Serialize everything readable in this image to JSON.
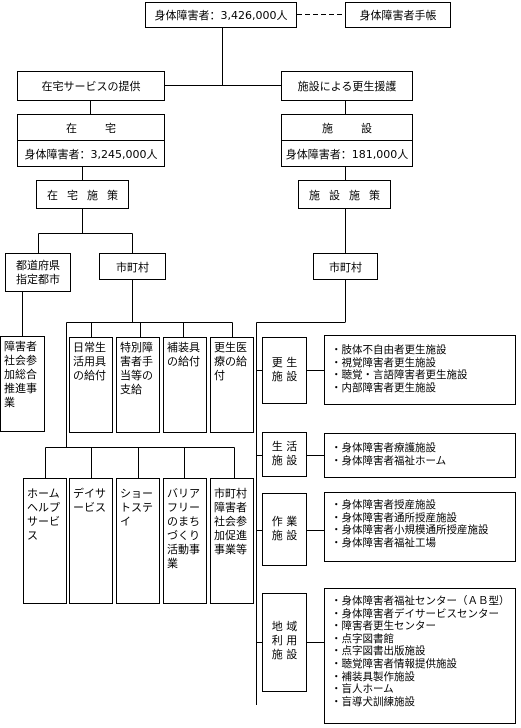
{
  "top": {
    "total": "身体障害者：3,426,000人",
    "handbook": "身体障害者手帳"
  },
  "branches": {
    "home_service": "在宅サービスの提供",
    "facility_rehab": "施設による更生援護"
  },
  "home": {
    "title": "在宅",
    "count": "身体障害者：3,245,000人",
    "measures": "在宅施策",
    "prefecture": "都道府県指定都市",
    "municipality": "市町村",
    "prefecture_program": "障害者社会参加総合推進事業",
    "benefits": [
      "日常生活用具の給付",
      "特別障害者手当等の支給",
      "補装具の給付",
      "更生医療の給付"
    ],
    "services": [
      "ホームヘルプサービス",
      "デイサービス",
      "ショートステイ",
      "バリアフリーのまちづくり活動事業",
      "市町村障害者社会参加促進事業等"
    ]
  },
  "facility": {
    "title": "施設",
    "count": "身体障害者：181,000人",
    "measures": "施設施策",
    "municipality": "市町村",
    "groups": [
      {
        "label_lines": [
          "更 生",
          "施 設"
        ],
        "items": [
          "肢体不自由者更生施設",
          "視覚障害者更生施設",
          "聴覚・言語障害者更生施設",
          "内部障害者更生施設"
        ]
      },
      {
        "label_lines": [
          "生 活",
          "施 設"
        ],
        "items": [
          "身体障害者療護施設",
          "身体障害者福祉ホーム"
        ]
      },
      {
        "label_lines": [
          "作 業",
          "施 設"
        ],
        "items": [
          "身体障害者授産施設",
          "身体障害者通所授産施設",
          "身体障害者小規模通所授産施設",
          "身体障害者福祉工場"
        ]
      },
      {
        "label_lines": [
          "地 域",
          "利 用",
          "施 設"
        ],
        "items": [
          "身体障害者福祉センター（ＡＢ型）",
          "身体障害者デイサービスセンター",
          "障害者更生センター",
          "点字図書館",
          "点字図書出版施設",
          "聴覚障害者情報提供施設",
          "補装具製作施設",
          "盲人ホーム",
          "盲導犬訓練施設"
        ]
      }
    ]
  }
}
